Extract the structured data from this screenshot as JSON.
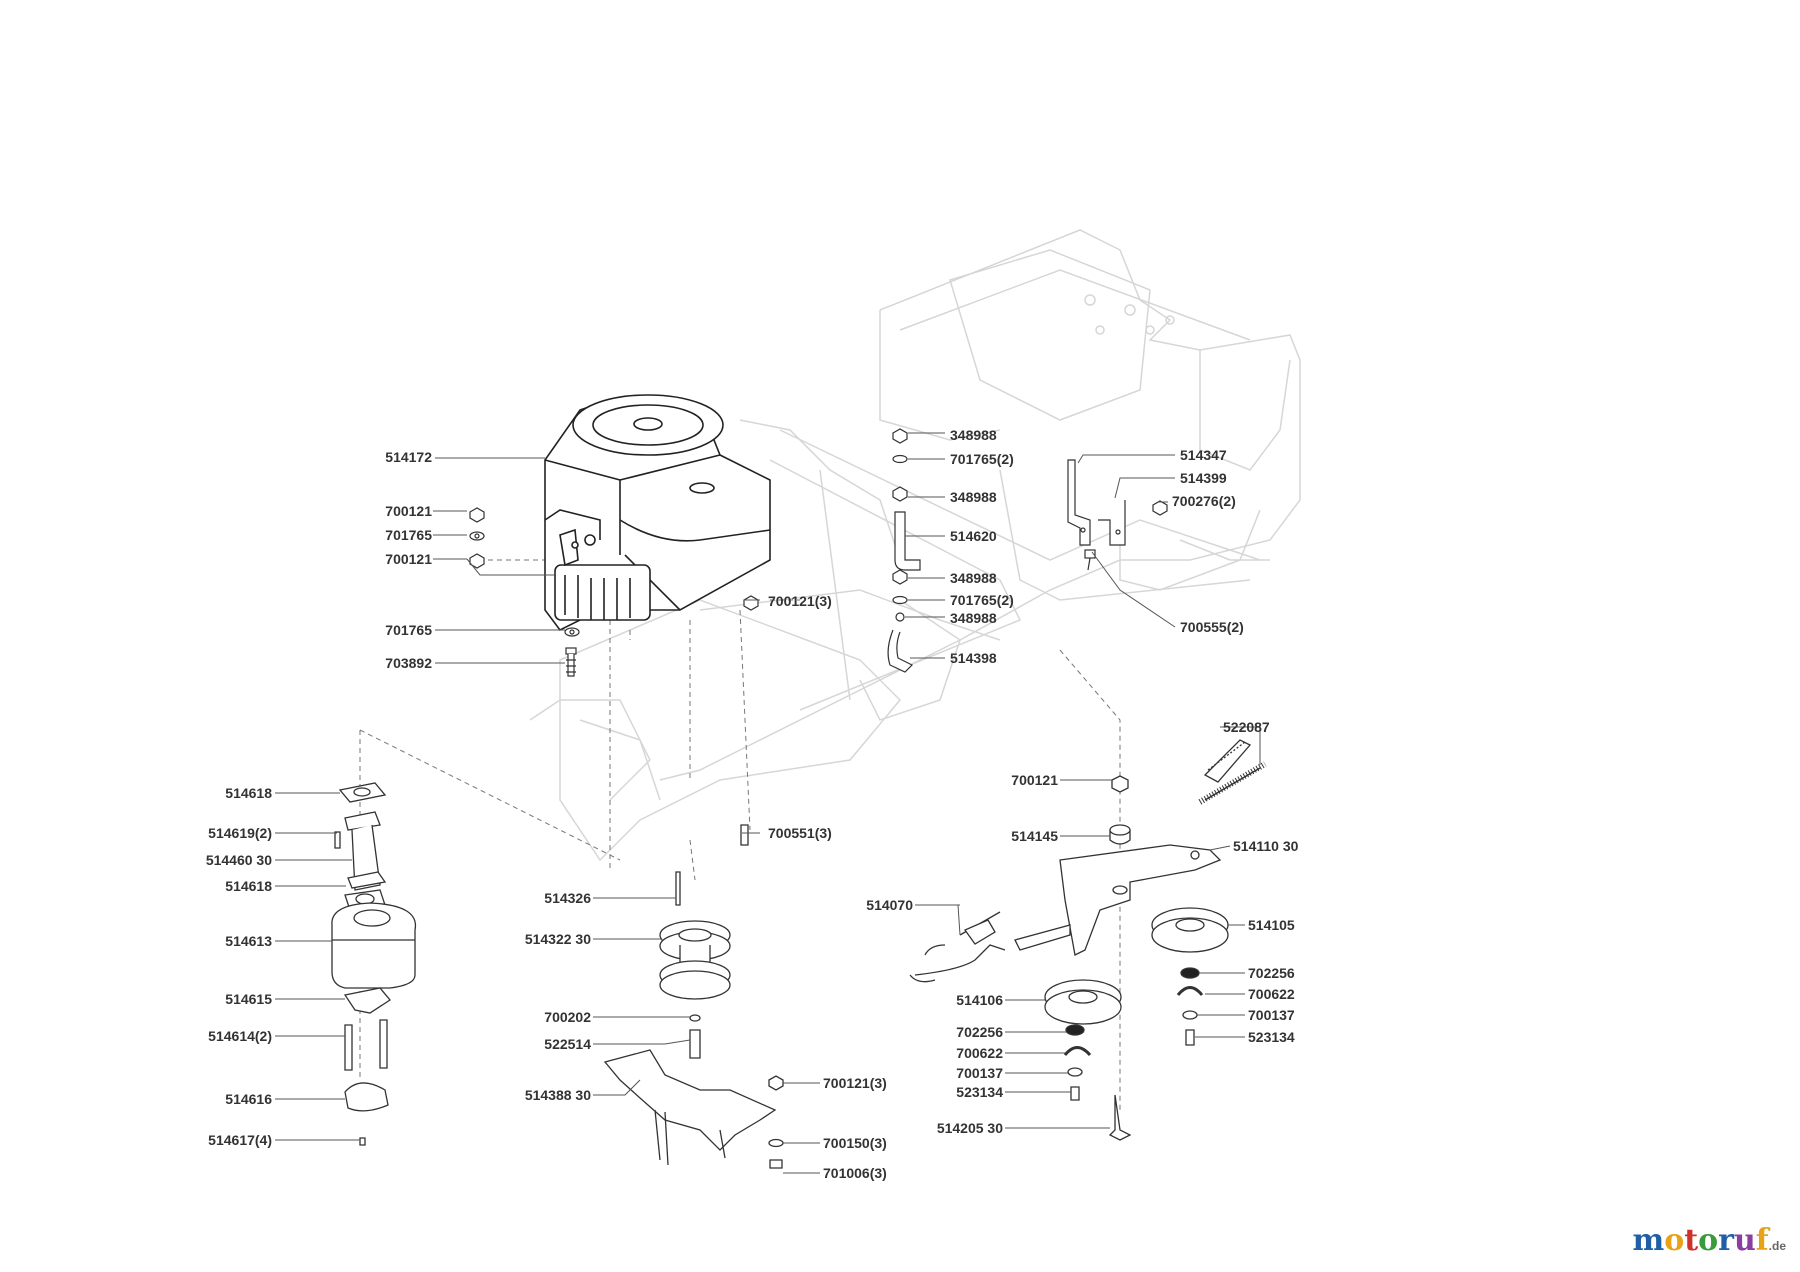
{
  "parts": {
    "p514172": "514172",
    "p700121a": "700121",
    "p701765a": "701765",
    "p700121b": "700121",
    "p701765b": "701765",
    "p703892": "703892",
    "p700121_3a": "700121(3)",
    "p348988a": "348988",
    "p701765_2a": "701765(2)",
    "p348988b": "348988",
    "p514620": "514620",
    "p348988c": "348988",
    "p701765_2b": "701765(2)",
    "p348988d": "348988",
    "p514398": "514398",
    "p514347": "514347",
    "p514399": "514399",
    "p700276_2": "700276(2)",
    "p700555_2": "700555(2)",
    "p514618a": "514618",
    "p514619_2": "514619(2)",
    "p514460_30": "514460 30",
    "p514618b": "514618",
    "p514613": "514613",
    "p514615": "514615",
    "p514614_2": "514614(2)",
    "p514616": "514616",
    "p514617_4": "514617(4)",
    "p700551_3": "700551(3)",
    "p514326": "514326",
    "p514322_30": "514322 30",
    "p700202": "700202",
    "p522514": "522514",
    "p514388_30": "514388 30",
    "p700121_3b": "700121(3)",
    "p700150_3": "700150(3)",
    "p701006_3": "701006(3)",
    "p522087": "522087",
    "p700121c": "700121",
    "p514145": "514145",
    "p514110_30": "514110 30",
    "p514070": "514070",
    "p514105": "514105",
    "p702256a": "702256",
    "p700622a": "700622",
    "p700137a": "700137",
    "p523134a": "523134",
    "p514106": "514106",
    "p702256b": "702256",
    "p700622b": "700622",
    "p700137b": "700137",
    "p523134b": "523134",
    "p514205_30": "514205 30"
  },
  "brand": {
    "letters": [
      "m",
      "o",
      "t",
      "o",
      "r",
      "u",
      "f"
    ],
    "colors": [
      "#1f5fa8",
      "#e8a21a",
      "#d0302a",
      "#3a9a3c",
      "#1f5fa8",
      "#8a3fa0",
      "#e8a21a"
    ],
    "tld": ".de"
  }
}
